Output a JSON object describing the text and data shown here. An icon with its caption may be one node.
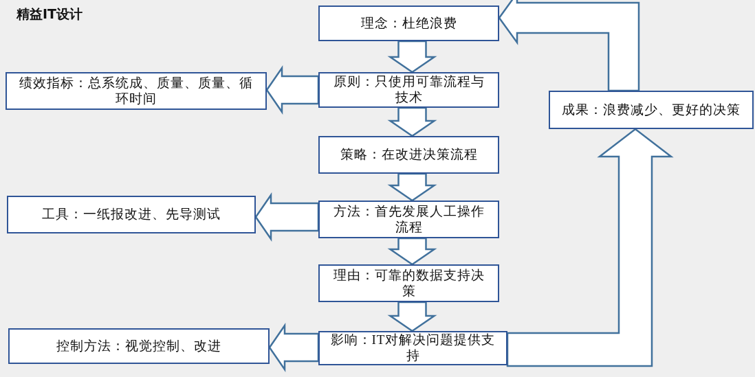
{
  "diagram": {
    "title": "精益IT设计",
    "nodes": [
      {
        "text": [
          "理念：杜绝浪费"
        ]
      },
      {
        "text": [
          "绩效指标：总系统成、质量、质量、循环时间"
        ]
      },
      {
        "text": [
          "原则：只使用可靠流程与技术"
        ]
      },
      {
        "text": [
          "成果：浪费减少、更好的决策"
        ]
      },
      {
        "text": [
          "策略：在改进决策流程"
        ]
      },
      {
        "text": [
          "工具：一纸报改进、先导测试"
        ]
      },
      {
        "text": [
          "方法：首先发展人工操作流程"
        ]
      },
      {
        "text": [
          "理由：可靠的数据支持决策"
        ]
      },
      {
        "text": [
          "控制方法：视觉控制、改进"
        ]
      },
      {
        "text": [
          "影响：IT对解决问题提供支持"
        ]
      }
    ],
    "edges": [
      {
        "from": 0,
        "to": 2,
        "arrow": "to",
        "style": "thick"
      },
      {
        "from": 2,
        "to": 1,
        "arrow": "to",
        "style": "thick"
      },
      {
        "from": 2,
        "to": 4,
        "arrow": "to",
        "style": "thick"
      },
      {
        "from": 4,
        "to": 6,
        "arrow": "to",
        "style": "thick"
      },
      {
        "from": 6,
        "to": 5,
        "arrow": "to",
        "style": "thick"
      },
      {
        "from": 6,
        "to": 7,
        "arrow": "to",
        "style": "thick"
      },
      {
        "from": 7,
        "to": 9,
        "arrow": "to",
        "style": "thick"
      },
      {
        "from": 9,
        "to": 8,
        "arrow": "to",
        "style": "thick"
      },
      {
        "from": 9,
        "to": 3,
        "arrow": "to",
        "style": "thick"
      },
      {
        "from": 3,
        "to": 0,
        "arrow": "to",
        "style": "thick"
      }
    ]
  }
}
